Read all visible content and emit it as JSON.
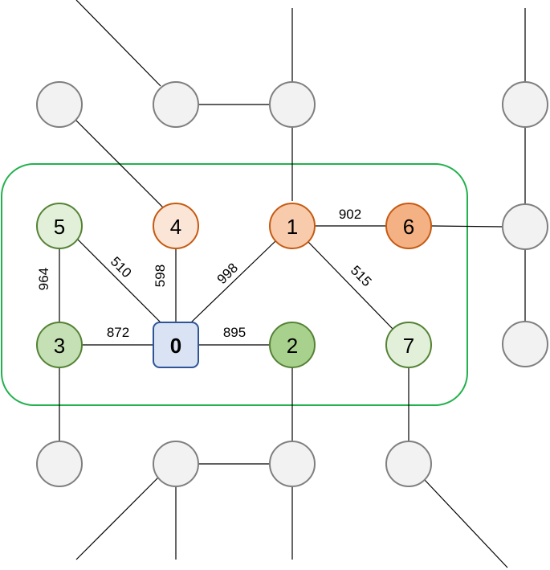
{
  "diagram": {
    "center": {
      "id": "0",
      "label": "0",
      "fill": "#dae3f3",
      "stroke": "#2f5597"
    },
    "nodes": [
      {
        "id": "1",
        "label": "1",
        "fill": "#f8cbad",
        "stroke": "#c55a11"
      },
      {
        "id": "2",
        "label": "2",
        "fill": "#a9d18e",
        "stroke": "#548235"
      },
      {
        "id": "3",
        "label": "3",
        "fill": "#c5e0b4",
        "stroke": "#548235"
      },
      {
        "id": "4",
        "label": "4",
        "fill": "#fbe5d6",
        "stroke": "#c55a11"
      },
      {
        "id": "5",
        "label": "5",
        "fill": "#e2f0d9",
        "stroke": "#548235"
      },
      {
        "id": "6",
        "label": "6",
        "fill": "#f4b183",
        "stroke": "#c55a11"
      },
      {
        "id": "7",
        "label": "7",
        "fill": "#e2f0d9",
        "stroke": "#548235"
      }
    ],
    "edge_weights": {
      "e_0_3": "872",
      "e_0_2": "895",
      "e_0_5": "510",
      "e_0_4": "598",
      "e_0_1": "998",
      "e_5_3": "964",
      "e_1_6": "902",
      "e_1_7": "515"
    },
    "colors": {
      "cluster_border": "#22b14c",
      "outer_node_fill": "#f2f2f2",
      "outer_node_stroke": "#7f7f7f",
      "edge": "#000000"
    }
  }
}
